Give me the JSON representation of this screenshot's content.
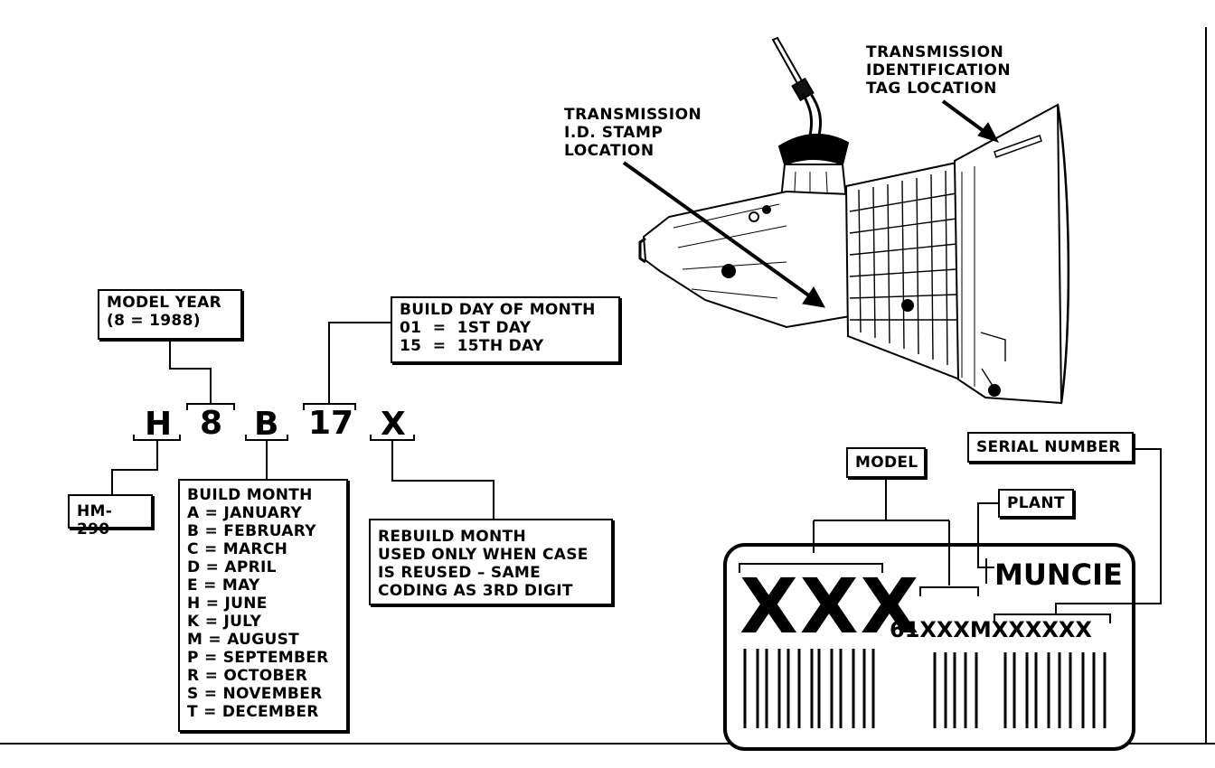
{
  "callouts": {
    "id_tag": [
      "TRANSMISSION",
      "IDENTIFICATION",
      "TAG LOCATION"
    ],
    "id_stamp": [
      "TRANSMISSION",
      "I.D. STAMP",
      "LOCATION"
    ]
  },
  "code_chars": [
    "H",
    "8",
    "B",
    "17",
    "X"
  ],
  "model_year": [
    "MODEL YEAR",
    "(8 = 1988)"
  ],
  "build_day": [
    "BUILD DAY OF MONTH",
    "01  =  1ST DAY",
    "15  =  15TH DAY"
  ],
  "model_name": "HM-290",
  "build_month": {
    "title": "BUILD MONTH",
    "rows": [
      "A = JANUARY",
      "B = FEBRUARY",
      "C = MARCH",
      "D = APRIL",
      "E = MAY",
      "H = JUNE",
      "K = JULY",
      "M = AUGUST",
      "P = SEPTEMBER",
      "R = OCTOBER",
      "S = NOVEMBER",
      "T = DECEMBER"
    ]
  },
  "rebuild_month": [
    "REBUILD MONTH",
    "USED ONLY WHEN CASE",
    "IS REUSED – SAME",
    "CODING AS 3RD DIGIT"
  ],
  "tag": {
    "model_label": "MODEL",
    "serial_label": "SERIAL NUMBER",
    "plant_label": "PLANT",
    "model_code": "XXX",
    "plant_name": "MUNCIE",
    "serial_prefix": "61",
    "serial_mid": "XXXM",
    "serial_tail": "XXXXXX"
  }
}
